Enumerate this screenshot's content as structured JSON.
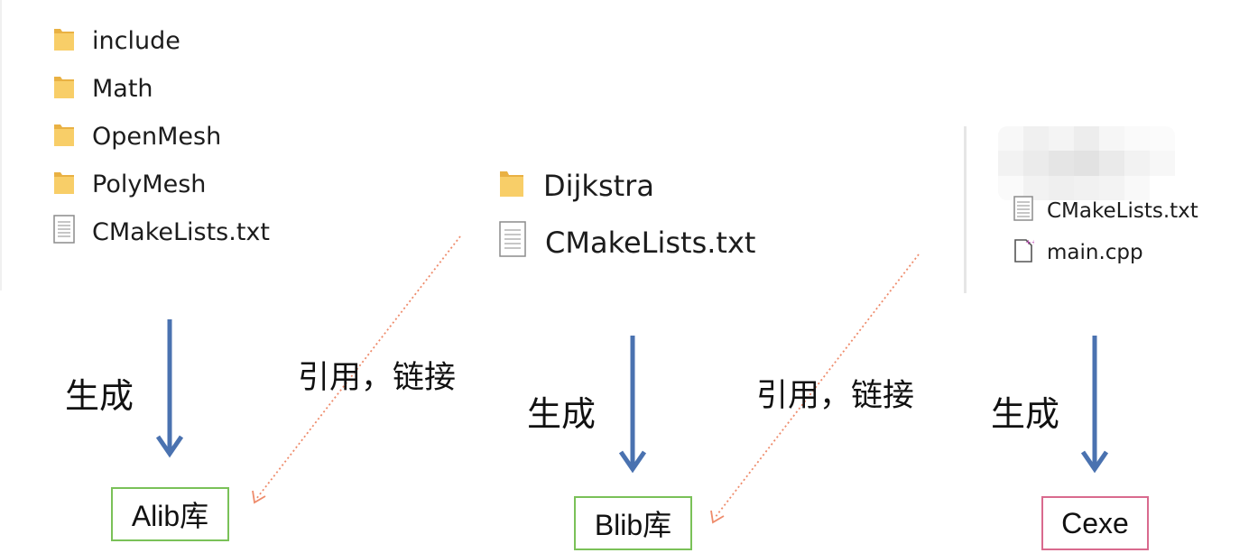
{
  "explorer_a": {
    "items": [
      {
        "label": "include",
        "icon": "folder-icon"
      },
      {
        "label": "Math",
        "icon": "folder-icon"
      },
      {
        "label": "OpenMesh",
        "icon": "folder-icon"
      },
      {
        "label": "PolyMesh",
        "icon": "folder-icon"
      },
      {
        "label": "CMakeLists.txt",
        "icon": "text-file-icon"
      }
    ]
  },
  "explorer_b": {
    "items": [
      {
        "label": "Dijkstra",
        "icon": "folder-icon"
      },
      {
        "label": "CMakeLists.txt",
        "icon": "text-file-icon"
      }
    ]
  },
  "explorer_c": {
    "items": [
      {
        "label": "CMakeLists.txt",
        "icon": "text-file-icon"
      },
      {
        "label": "main.cpp",
        "icon": "cpp-file-icon"
      }
    ]
  },
  "labels": {
    "generate_a": "生成",
    "generate_b": "生成",
    "generate_c": "生成",
    "reference_link_1": "引用，链接",
    "reference_link_2": "引用，链接"
  },
  "outputs": {
    "alib": "Alib库",
    "blib": "Blib库",
    "cexe": "Cexe"
  },
  "colors": {
    "folder": "#F6C45A",
    "arrow_solid": "#4A72B0",
    "arrow_dotted": "#EE8B6B",
    "box_green": "#7AC158",
    "box_pink": "#D96A8E",
    "cpp_icon_accent": "#C042B5"
  }
}
